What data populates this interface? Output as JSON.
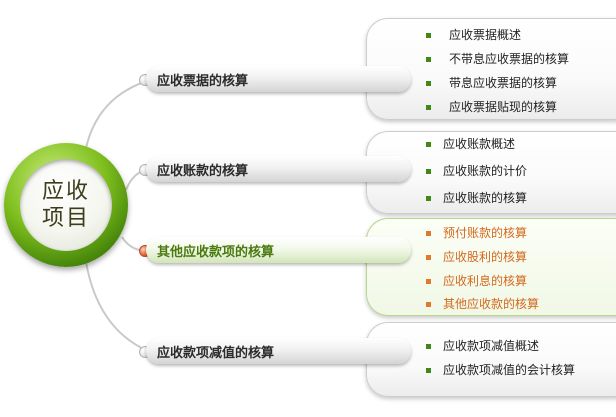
{
  "center": {
    "line1": "应收",
    "line2": "项目"
  },
  "branches": [
    {
      "label": "应收票据的核算",
      "items": [
        "应收票据概述",
        "不带息应收票据的核算",
        "带息应收票据的核算",
        "应收票据贴现的核算"
      ]
    },
    {
      "label": "应收账款的核算",
      "items": [
        "应收账款概述",
        "应收账款的计价",
        "应收账款的核算"
      ]
    },
    {
      "label": "其他应收款项的核算",
      "items": [
        "预付账款的核算",
        "应收股利的核算",
        "应收利息的核算",
        "其他应收款的核算"
      ]
    },
    {
      "label": "应收款项减值的核算",
      "items": [
        "应收款项减值概述",
        "应收款项减值的会计核算"
      ]
    }
  ],
  "colors": {
    "accent_green": "#7fbf1e",
    "active_orange": "#d2691e",
    "bullet_green": "#3f8a16",
    "text": "#222222"
  }
}
